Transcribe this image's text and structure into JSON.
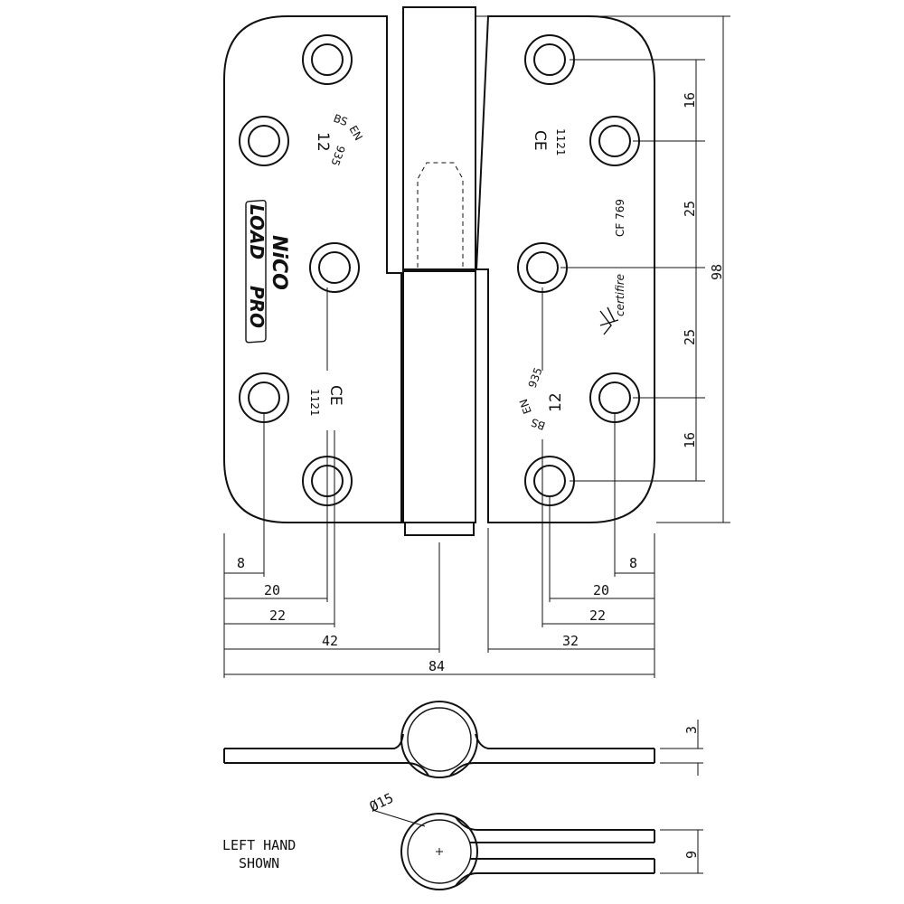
{
  "dimensions": {
    "height_16_top": "16",
    "height_25_top": "25",
    "height_98": "98",
    "height_25_bottom": "25",
    "height_16_bottom": "16",
    "left_8": "8",
    "left_20": "20",
    "left_22": "22",
    "left_42": "42",
    "right_8": "8",
    "right_20": "20",
    "right_22": "22",
    "right_32": "32",
    "width_84": "84",
    "thickness_3": "3",
    "knuckle_9": "9",
    "diameter_15": "Ø15"
  },
  "markings": {
    "left_bs": "BS",
    "left_en": "EN",
    "left_935": "935",
    "left_12": "12",
    "left_ce": "CE",
    "left_1121": "1121",
    "right_ce": "CE",
    "right_1121": "1121",
    "cf_code": "CF 769",
    "certifire": "certifire",
    "right_bs": "BS",
    "right_en": "EN",
    "right_935": "935",
    "right_12": "12"
  },
  "branding": {
    "line1": "NiCO",
    "line2": "LOAD",
    "line3": "PRO"
  },
  "note": {
    "line1": "LEFT HAND",
    "line2": "SHOWN"
  }
}
